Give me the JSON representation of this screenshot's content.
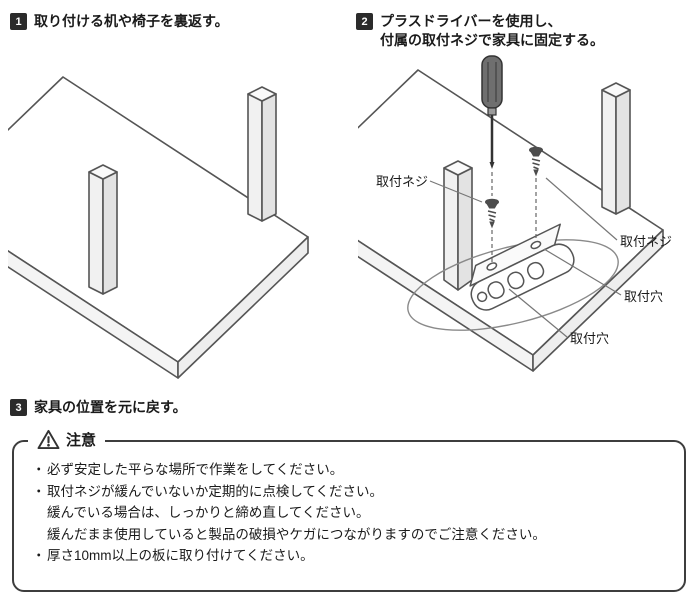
{
  "steps": {
    "step1": {
      "num": "1",
      "text": "取り付ける机や椅子を裏返す。"
    },
    "step2": {
      "num": "2",
      "line1": "プラスドライバーを使用し、",
      "line2": "付属の取付ネジで家具に固定する。"
    },
    "step3": {
      "num": "3",
      "text": "家具の位置を元に戻す。"
    }
  },
  "diagram_labels": {
    "screw_left": "取付ネジ",
    "screw_right": "取付ネジ",
    "hole_upper": "取付穴",
    "hole_lower": "取付穴"
  },
  "caution": {
    "title": "注意",
    "items": [
      {
        "marker": "・",
        "text": "必ず安定した平らな場所で作業をしてください。"
      },
      {
        "marker": "・",
        "text": "取付ネジが緩んでいないか定期的に点検してください。"
      },
      {
        "marker": "",
        "text": "緩んでいる場合は、しっかりと締め直してください。"
      },
      {
        "marker": "",
        "text": "緩んだまま使用していると製品の破損やケガにつながりますのでご注意ください。"
      },
      {
        "marker": "・",
        "text": "厚さ10mm以上の板に取り付けてください。"
      }
    ]
  },
  "colors": {
    "badge_bg": "#2b2b2b",
    "caution_border": "#3d3d3d",
    "line": "#555555",
    "text": "#1a1a1a"
  }
}
